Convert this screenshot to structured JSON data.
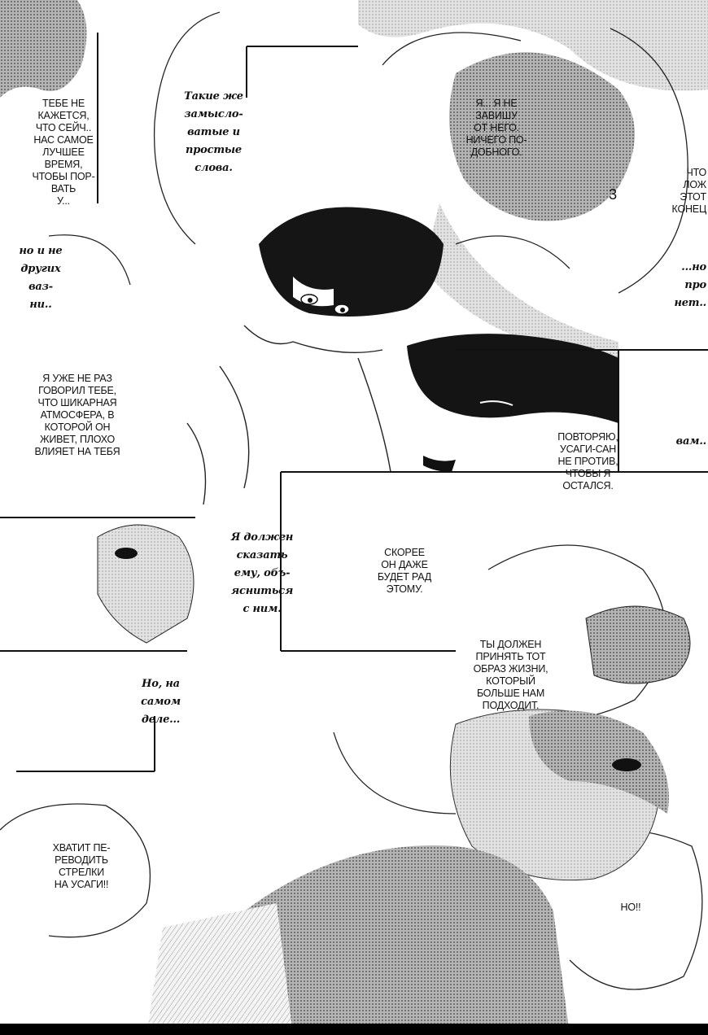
{
  "colors": {
    "ink": "#111111",
    "screentone": "#8a8a8a",
    "hair": "#1a1a1a",
    "paper": "#ffffff"
  },
  "bubbles": {
    "b1": "ТЕБЕ НЕ\nКАЖЕТСЯ,\nЧТО СЕЙЧ..\nНАС САМОЕ\nЛУЧШЕЕ\nВРЕМЯ,\nЧТОБЫ ПОР-\nВАТЬ\nУ...",
    "b2": "Такие же\nзамысло-\nватые и\nпростые\nслова.",
    "b3": "Я... Я НЕ\nЗАВИШУ\nОТ НЕГО.\nНИЧЕГО ПО-\nДОБНОГО.",
    "b4": "ЧТО\nЛОЖ\nЭТОТ\nКОНЕЦ",
    "b5": "...но\nпро\nнет..",
    "b6": "но и не\nдругих\nваз-\nни..",
    "b7": "Я УЖЕ НЕ РАЗ\nГОВОРИЛ ТЕБЕ,\nЧТО ШИКАРНАЯ\nАТМОСФЕРА, В\nКОТОРОЙ ОН\nЖИВЕТ, ПЛОХО\nВЛИЯЕТ НА ТЕБЯ",
    "b8": "ПОВТОРЯЮ,\nУСАГИ-САН\nНЕ ПРОТИВ,\nЧТОБЫ Я\nОСТАЛСЯ.",
    "b9": "вам..",
    "b10": "Я должен\nсказать\nему, объ-\nясниться\nс ним.",
    "b11": "СКОРЕЕ\nОН ДАЖЕ\nБУДЕТ РАД\nЭТОМУ.",
    "b12": "ТЫ ДОЛЖЕН\nПРИНЯТЬ ТОТ\nОБРАЗ ЖИЗНИ,\nКОТОРЫЙ\nБОЛЬШЕ НАМ\nПОДХОДИТ.",
    "b13": "Но, на\nсамом\nделе...",
    "b14": "ХВАТИТ ПЕ-\nРЕВОДИТЬ\nСТРЕЛКИ\nНА УСАГИ!!",
    "b15": "НО!!"
  },
  "sfx": {
    "s1": "3"
  }
}
